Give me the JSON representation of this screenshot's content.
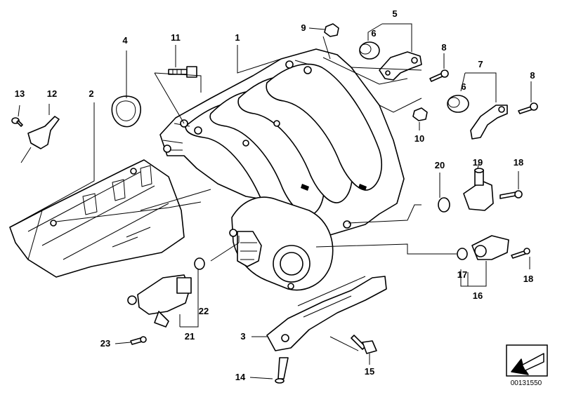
{
  "callouts": {
    "n1": "1",
    "n2": "2",
    "n3": "3",
    "n4": "4",
    "n5": "5",
    "n6a": "6",
    "n6b": "6",
    "n7": "7",
    "n8a": "8",
    "n8b": "8",
    "n9": "9",
    "n10": "10",
    "n11": "11",
    "n12": "12",
    "n13": "13",
    "n14": "14",
    "n15": "15",
    "n16": "16",
    "n17": "17",
    "n18a": "18",
    "n18b": "18",
    "n19": "19",
    "n20": "20",
    "n21": "21",
    "n22": "22",
    "n23": "23"
  },
  "diagram_number": "00131550",
  "colors": {
    "line": "#000000",
    "background": "#ffffff"
  },
  "icons": {
    "direction_arrow": "arrow-down-left-icon"
  }
}
